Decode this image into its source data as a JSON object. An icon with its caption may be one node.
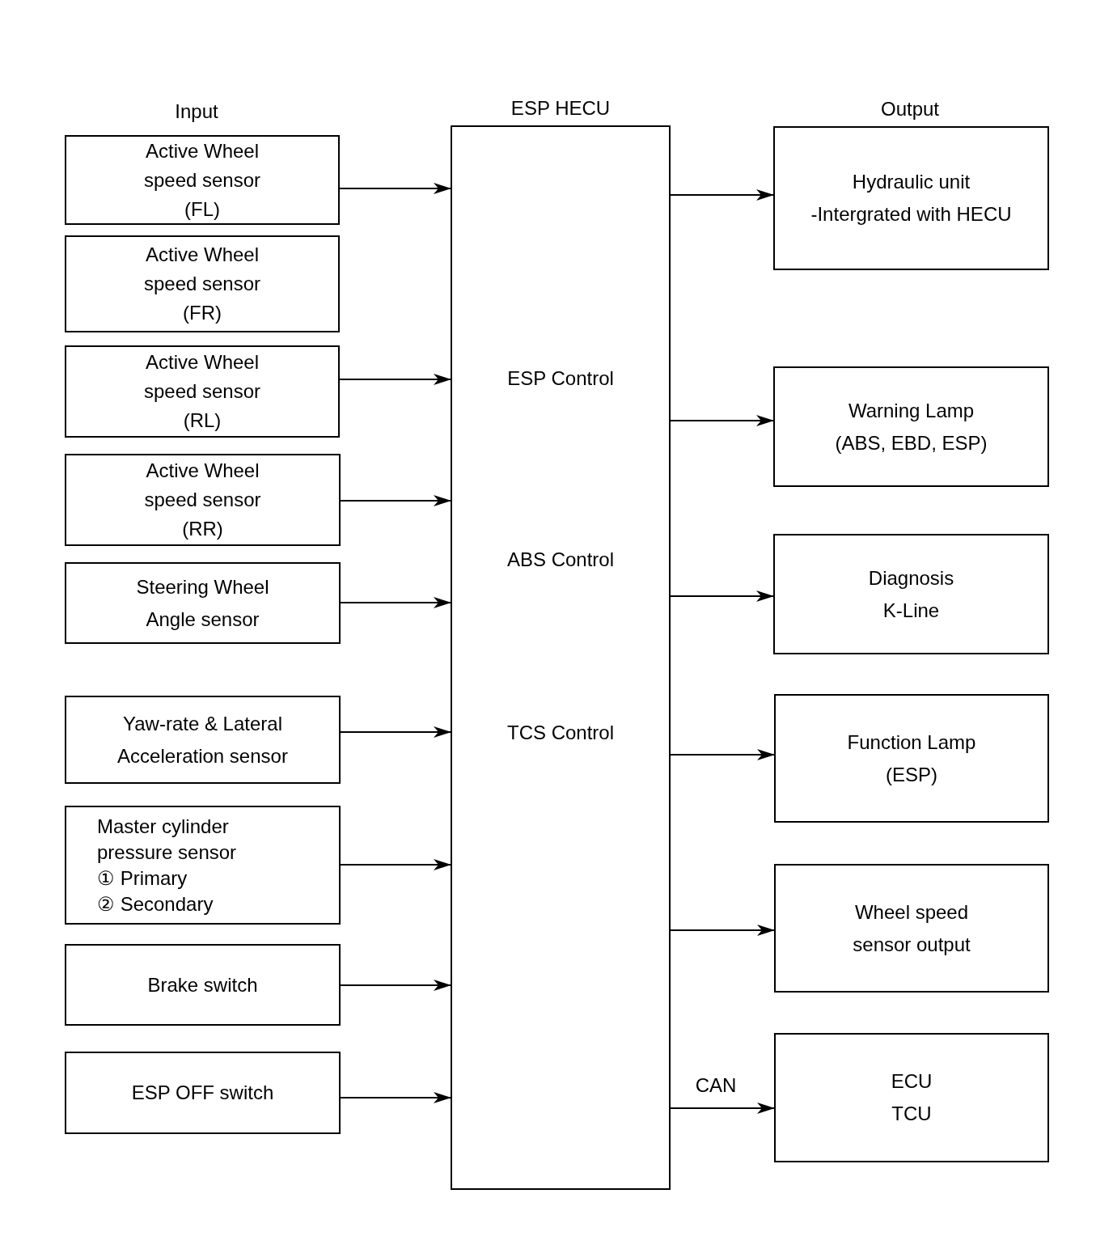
{
  "diagram": {
    "nodes": [
      {
        "text": [
          "Active Wheel speed sensor (FL)"
        ]
      },
      {
        "text": [
          "Active Wheel speed sensor (FR)"
        ]
      },
      {
        "text": [
          "Active Wheel speed sensor (RL)"
        ]
      },
      {
        "text": [
          "Active Wheel speed sensor (RR)"
        ]
      },
      {
        "text": [
          "Steering Wheel Angle sensor"
        ]
      },
      {
        "text": [
          "Yaw-rate & Lateral Acceleration sensor"
        ]
      },
      {
        "text": [
          "Master cylinder pressure sensor",
          "① Primary",
          "② Secondary"
        ]
      },
      {
        "text": [
          "Brake switch"
        ]
      },
      {
        "text": [
          "ESP OFF switch"
        ]
      },
      {
        "text": [
          "ESP HECU",
          "ESP Control",
          "ABS Control",
          "TCS Control"
        ]
      },
      {
        "text": [
          "Hydraulic unit",
          "-Intergrated with HECU"
        ]
      },
      {
        "text": [
          "Warning Lamp (ABS, EBD, ESP)"
        ]
      },
      {
        "text": [
          "Diagnosis K-Line"
        ]
      },
      {
        "text": [
          "Function Lamp (ESP)"
        ]
      },
      {
        "text": [
          "Wheel speed sensor output"
        ]
      },
      {
        "text": [
          "ECU TCU"
        ]
      }
    ],
    "edges": [
      {
        "from": 0,
        "to": 9,
        "arrow": "to"
      },
      {
        "from": 2,
        "to": 9,
        "arrow": "to"
      },
      {
        "from": 3,
        "to": 9,
        "arrow": "to"
      },
      {
        "from": 4,
        "to": 9,
        "arrow": "to"
      },
      {
        "from": 5,
        "to": 9,
        "arrow": "to"
      },
      {
        "from": 6,
        "to": 9,
        "arrow": "to"
      },
      {
        "from": 7,
        "to": 9,
        "arrow": "to"
      },
      {
        "from": 8,
        "to": 9,
        "arrow": "to"
      },
      {
        "from": 9,
        "to": 10,
        "arrow": "to"
      },
      {
        "from": 9,
        "to": 11,
        "arrow": "to"
      },
      {
        "from": 9,
        "to": 12,
        "arrow": "to"
      },
      {
        "from": 9,
        "to": 13,
        "arrow": "to"
      },
      {
        "from": 9,
        "to": 14,
        "arrow": "to"
      },
      {
        "from": 9,
        "to": 15,
        "label": "CAN",
        "arrow": "to"
      }
    ],
    "labels": [
      "Input",
      "Output"
    ]
  }
}
